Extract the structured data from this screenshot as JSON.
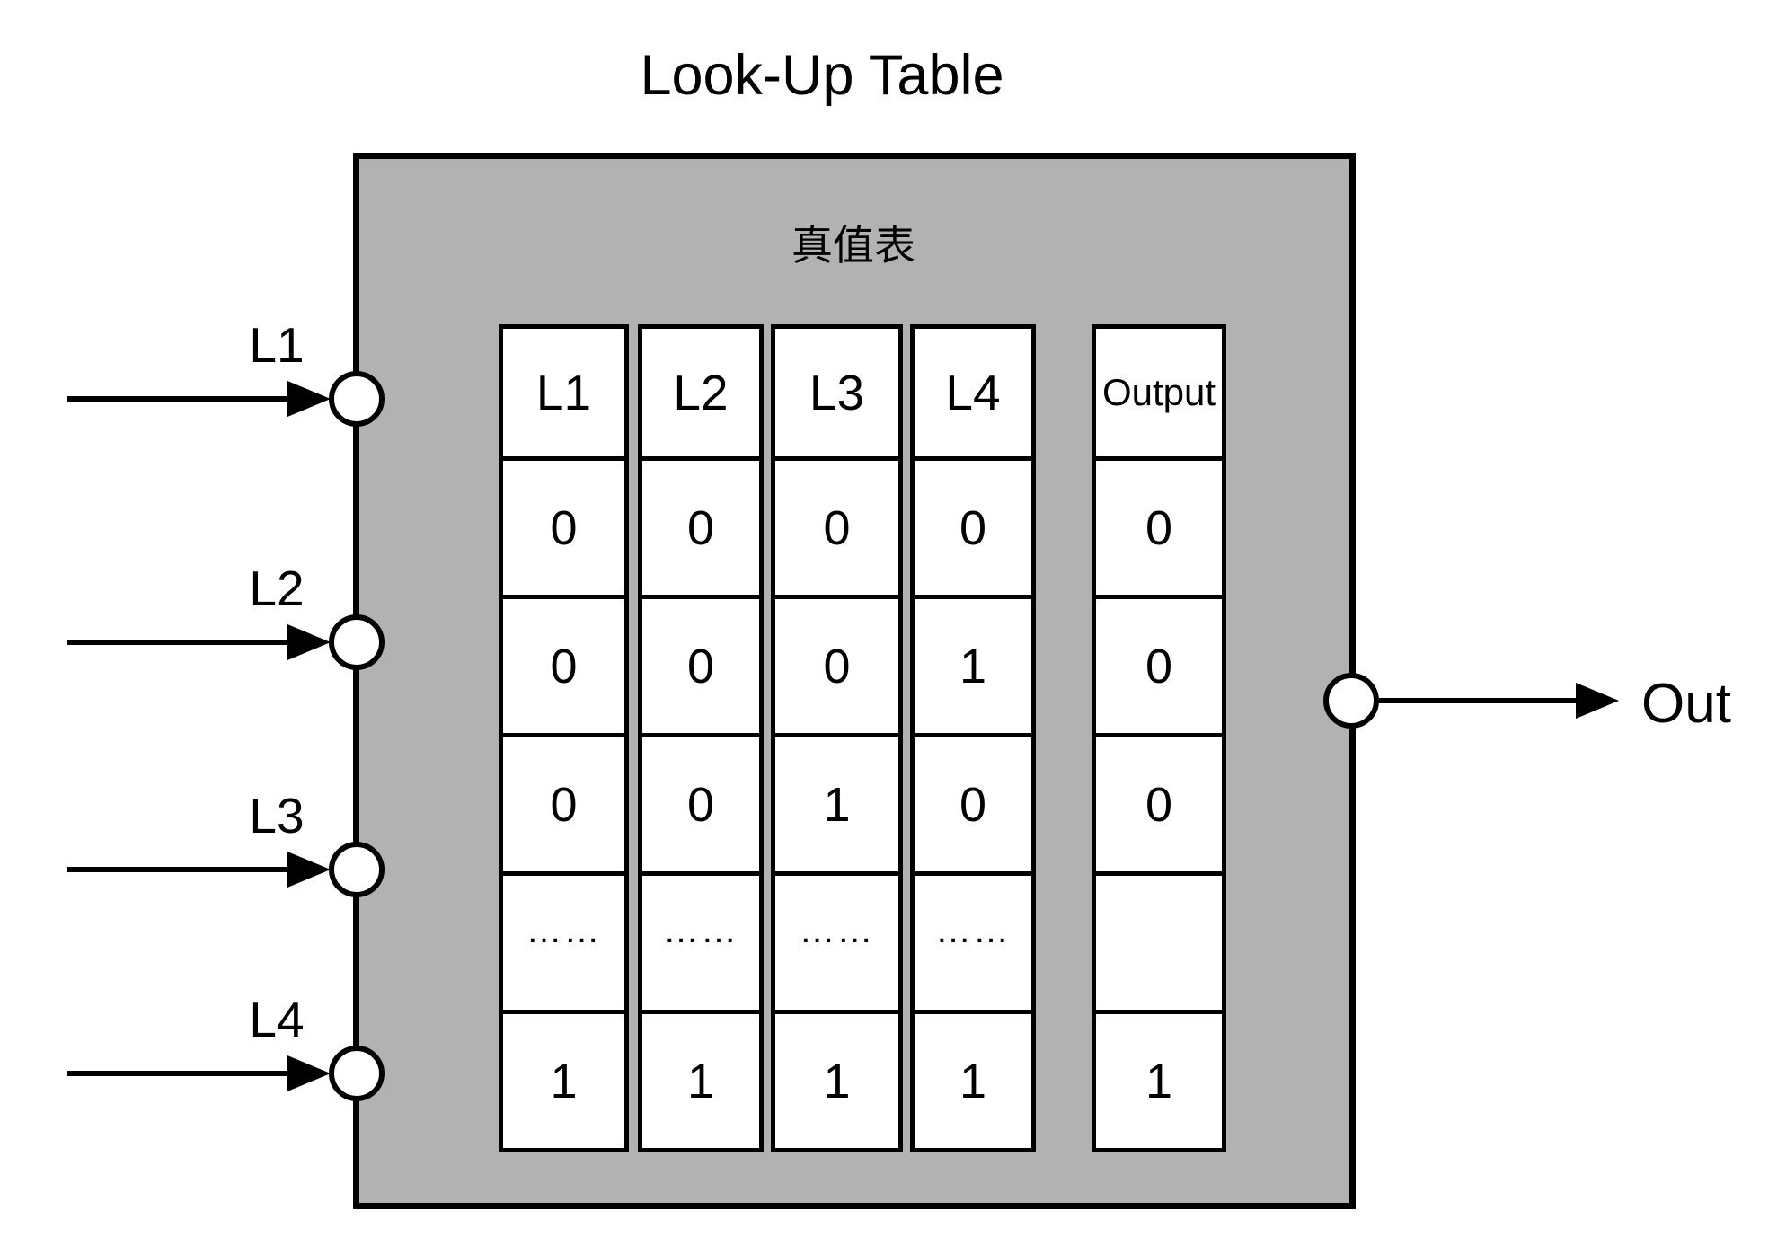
{
  "title": "Look-Up Table",
  "box_label": "真值表",
  "inputs": [
    {
      "label": "L1"
    },
    {
      "label": "L2"
    },
    {
      "label": "L3"
    },
    {
      "label": "L4"
    }
  ],
  "output_label": "Out",
  "truth_table": {
    "headers": [
      "L1",
      "L2",
      "L3",
      "L4"
    ],
    "output_header": "Output",
    "rows": [
      [
        "0",
        "0",
        "0",
        "0"
      ],
      [
        "0",
        "0",
        "0",
        "1"
      ],
      [
        "0",
        "0",
        "1",
        "0"
      ],
      [
        "……",
        "……",
        "……",
        "……"
      ],
      [
        "1",
        "1",
        "1",
        "1"
      ]
    ],
    "output_values": [
      "0",
      "0",
      "0",
      "",
      "1"
    ]
  },
  "colors": {
    "background": "#ffffff",
    "box_fill": "#b2b2b2",
    "line": "#000000",
    "cell_fill": "#ffffff"
  }
}
